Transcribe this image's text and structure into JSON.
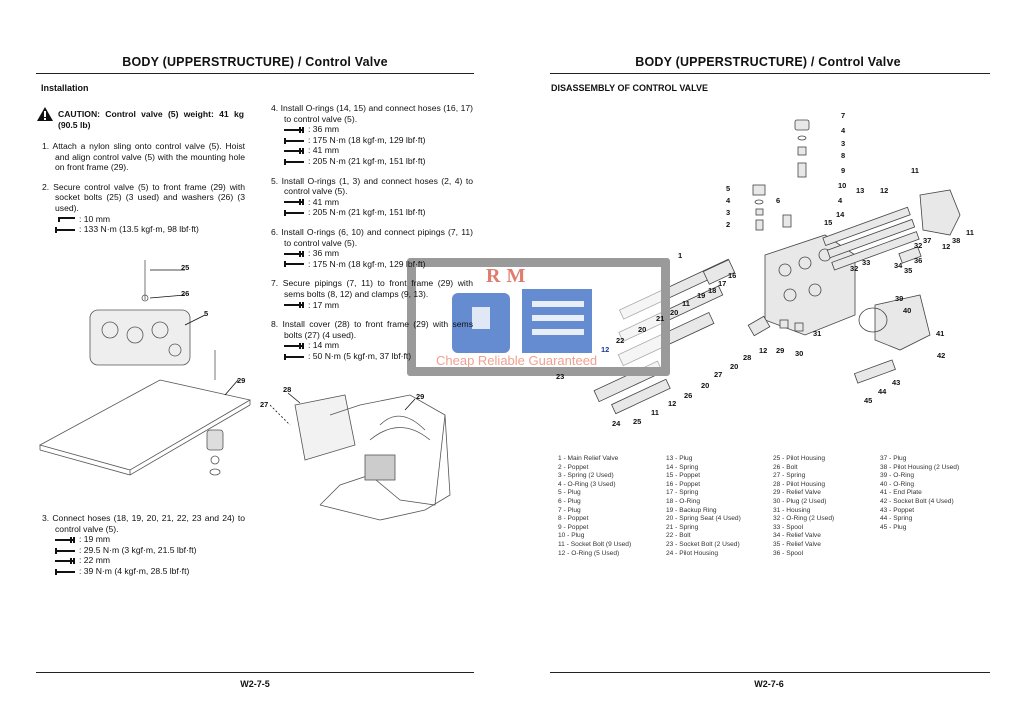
{
  "left_page": {
    "title": "BODY (UPPERSTRUCTURE) / Control Valve",
    "section": "Installation",
    "caution": "CAUTION: Control valve (5) weight: 41 kg (90.5 lb)",
    "steps_col1": [
      {
        "text": "1. Attach a nylon sling onto control valve (5). Hoist and align control valve (5) with the mounting hole on front frame (29).",
        "specs": []
      },
      {
        "text": "2. Secure control valve (5) to front frame (29) with socket bolts (25) (3 used) and washers (26) (3 used).",
        "specs": [
          {
            "tool": "hex-wrench-icon",
            "value": ": 10 mm"
          },
          {
            "tool": "torque-wrench-icon",
            "value": ": 133 N·m (13.5 kgf·m, 98 lbf·ft)"
          }
        ]
      }
    ],
    "step3": {
      "text": "3. Connect hoses (18, 19, 20, 21, 22, 23 and 24) to control valve (5).",
      "specs": [
        {
          "tool": "wrench-icon",
          "value": ": 19 mm"
        },
        {
          "tool": "torque-wrench-icon",
          "value": ": 29.5 N·m (3 kgf·m, 21.5 lbf·ft)"
        },
        {
          "tool": "wrench-icon",
          "value": ": 22 mm"
        },
        {
          "tool": "torque-wrench-icon",
          "value": ": 39 N·m (4 kgf·m, 28.5 lbf·ft)"
        }
      ]
    },
    "steps_col2": [
      {
        "text": "4. Install O-rings (14, 15) and connect hoses (16, 17) to control valve (5).",
        "specs": [
          {
            "tool": "wrench-icon",
            "value": ": 36 mm"
          },
          {
            "tool": "torque-wrench-icon",
            "value": ": 175 N·m (18 kgf·m, 129 lbf·ft)"
          },
          {
            "tool": "wrench-icon",
            "value": ": 41 mm"
          },
          {
            "tool": "torque-wrench-icon",
            "value": ": 205 N·m (21 kgf·m, 151 lbf·ft)"
          }
        ]
      },
      {
        "text": "5. Install O-rings (1, 3) and connect hoses (2, 4) to control valve (5).",
        "specs": [
          {
            "tool": "wrench-icon",
            "value": ": 41 mm"
          },
          {
            "tool": "torque-wrench-icon",
            "value": ": 205 N·m (21 kgf·m, 151 lbf·ft)"
          }
        ]
      },
      {
        "text": "6. Install O-rings (6, 10) and connect pipings (7, 11) to control valve (5).",
        "specs": [
          {
            "tool": "wrench-icon",
            "value": ": 36 mm"
          },
          {
            "tool": "torque-wrench-icon",
            "value": ": 175 N·m (18 kgf·m, 129 lbf·ft)"
          }
        ]
      },
      {
        "text": "7. Secure pipings (7, 11) to front frame (29) with sems bolts (8, 12) and clamps (9, 13).",
        "specs": [
          {
            "tool": "wrench-icon",
            "value": ": 17 mm"
          }
        ]
      },
      {
        "text": "8. Install cover (28) to front frame (29) with sems bolts (27) (4 used).",
        "specs": [
          {
            "tool": "wrench-icon",
            "value": ": 14 mm"
          },
          {
            "tool": "torque-wrench-icon",
            "value": ": 50 N·m (5 kgf·m, 37 lbf·ft)"
          }
        ]
      }
    ],
    "fig1_callouts": [
      "25",
      "26",
      "5",
      "29"
    ],
    "fig2_callouts": [
      "28",
      "27",
      "29"
    ],
    "page_number": "W2-7-5"
  },
  "right_page": {
    "title": "BODY (UPPERSTRUCTURE) / Control Valve",
    "section": "DISASSEMBLY OF CONTROL VALVE",
    "callouts": [
      "7",
      "4",
      "3",
      "8",
      "9",
      "5",
      "4",
      "3",
      "2",
      "6",
      "10",
      "13",
      "12",
      "11",
      "4",
      "14",
      "15",
      "1",
      "16",
      "17",
      "18",
      "19",
      "11",
      "20",
      "21",
      "20",
      "22",
      "12",
      "23",
      "32",
      "37",
      "12",
      "38",
      "11",
      "36",
      "34",
      "33",
      "32",
      "35",
      "39",
      "40",
      "41",
      "42",
      "43",
      "44",
      "45",
      "29",
      "30",
      "31",
      "12",
      "28",
      "20",
      "27",
      "20",
      "26",
      "12",
      "11",
      "25",
      "24"
    ],
    "parts_columns": [
      [
        "1 -   Main Relief Valve",
        "2 -   Poppet",
        "3 -   Spring (2 Used)",
        "4 -   O-Ring (3 Used)",
        "5 -   Plug",
        "6 -   Plug",
        "7 -   Plug",
        "8 -   Poppet",
        "9 -   Poppet",
        "10 - Plug",
        "11 - Socket Bolt (9 Used)",
        "12 - O-Ring (5 Used)"
      ],
      [
        "13 - Plug",
        "14 - Spring",
        "15 - Poppet",
        "16 - Poppet",
        "17 - Spring",
        "18 - O-Ring",
        "19 - Backup Ring",
        "20 - Spring Seat (4 Used)",
        "21 - Spring",
        "22 - Bolt",
        "23 - Socket Bolt (2 Used)",
        "24 - Pilot Housing"
      ],
      [
        "25 - Pilot Housing",
        "26 - Bolt",
        "27 - Spring",
        "28 - Pilot Housing",
        "29 - Relief Valve",
        "30 - Plug (2 Used)",
        "31 - Housing",
        "32 - O-Ring (2 Used)",
        "33 - Spool",
        "34 - Relief Valve",
        "35 - Relief Valve",
        "36 - Spool"
      ],
      [
        "37 - Plug",
        "38 - Pilot Housing (2 Used)",
        "39 - O-Ring",
        "40 - O-Ring",
        "41 - End Plate",
        "42 - Socket Bolt (4 Used)",
        "43 - Poppet",
        "44 - Spring",
        "45 - Plug"
      ]
    ],
    "page_number": "W2-7-6"
  },
  "watermark": {
    "brand": "RM",
    "tagline": "Cheap Reliable Guaranteed"
  },
  "colors": {
    "watermark_blue": "#4a78c8",
    "watermark_red": "#e07c6f",
    "callout_highlight": "#1a3a9a"
  }
}
